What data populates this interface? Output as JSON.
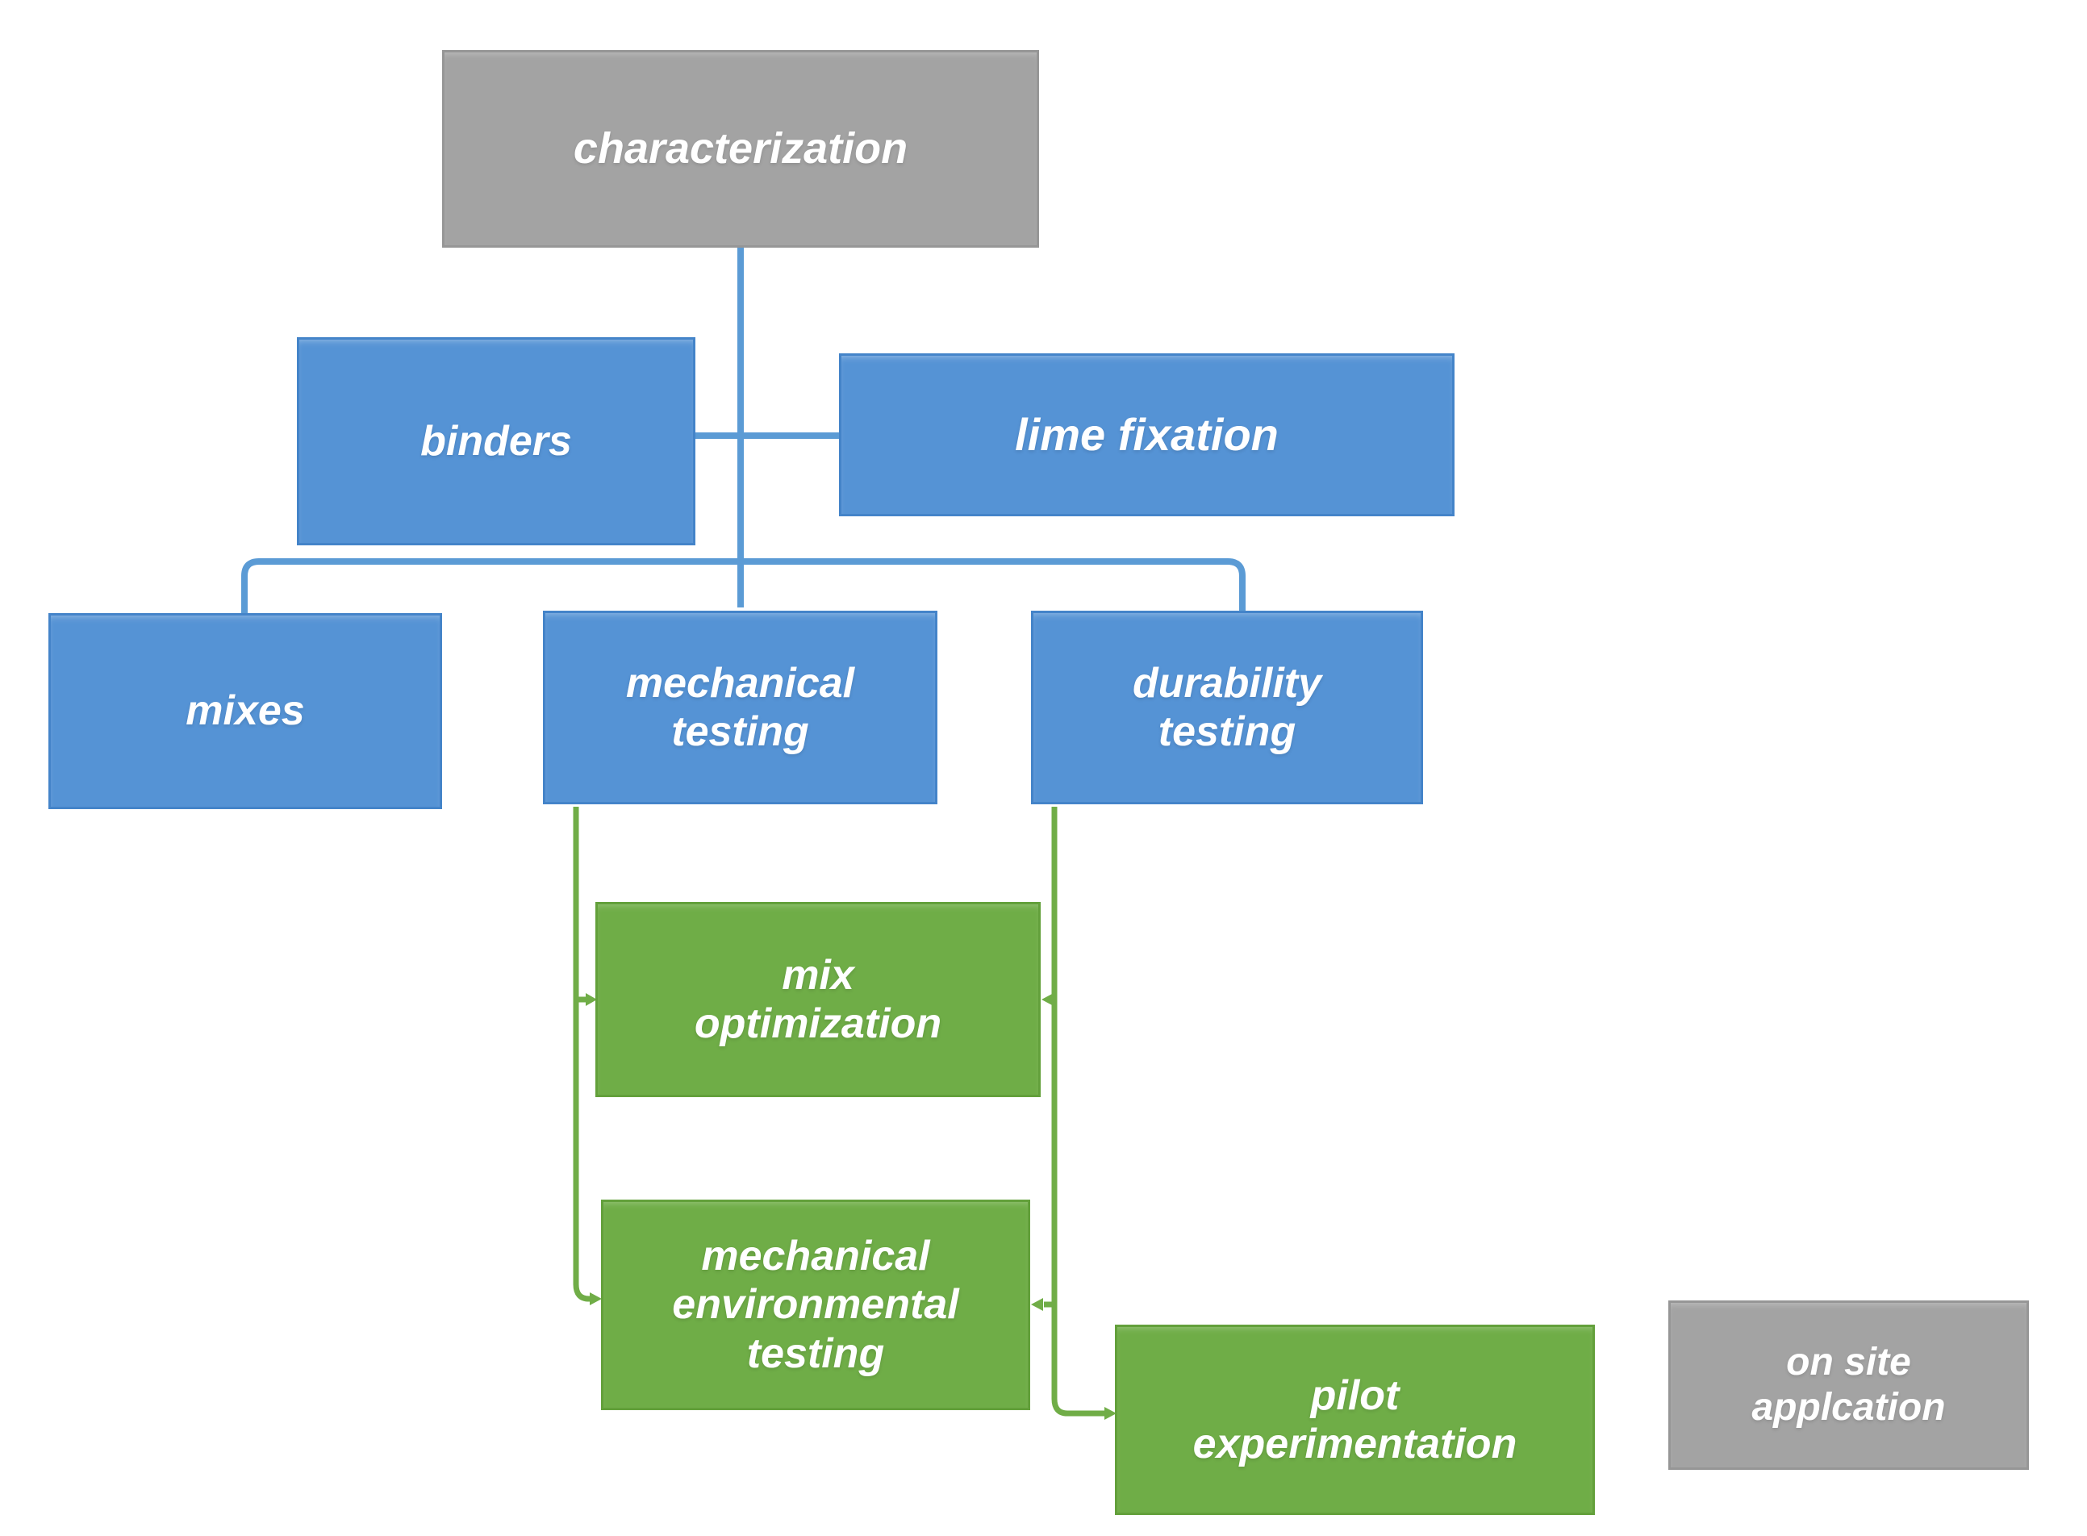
{
  "diagram": {
    "type": "flowchart",
    "background": "#ffffff",
    "palette": {
      "blue": "#5593d5",
      "green": "#6fad47",
      "gray": "#a3a3a3",
      "connector_blue": "#5b9bd5",
      "connector_green": "#70ad47",
      "text": "#ffffff"
    },
    "nodes": {
      "characterization": {
        "label": "characterization",
        "color": "gray"
      },
      "binders": {
        "label": "binders",
        "color": "blue"
      },
      "lime_fixation": {
        "label": "lime fixation",
        "color": "blue"
      },
      "mixes": {
        "label": "mixes",
        "color": "blue"
      },
      "mechanical_testing": {
        "label": "mechanical\ntesting",
        "color": "blue"
      },
      "durability_testing": {
        "label": "durability\ntesting",
        "color": "blue"
      },
      "mix_optimization": {
        "label": "mix\noptimization",
        "color": "green"
      },
      "mechanical_environmental_testing": {
        "label": "mechanical\nenvironmental\ntesting",
        "color": "green"
      },
      "pilot_experimentation": {
        "label": "pilot\nexperimentation",
        "color": "green"
      },
      "on_site_application": {
        "label": "on site\napplcation",
        "color": "gray"
      }
    },
    "edges": [
      {
        "from": "characterization",
        "to": "binders"
      },
      {
        "from": "characterization",
        "to": "lime fixation"
      },
      {
        "from": "characterization",
        "to": "mixes"
      },
      {
        "from": "characterization",
        "to": "mechanical testing"
      },
      {
        "from": "characterization",
        "to": "durability testing"
      },
      {
        "from": "mechanical testing",
        "to": "mix optimization"
      },
      {
        "from": "durability testing",
        "to": "mix optimization"
      },
      {
        "from": "mechanical testing",
        "to": "mechanical environmental testing"
      },
      {
        "from": "durability testing",
        "to": "mechanical environmental testing"
      },
      {
        "from": "durability testing",
        "to": "pilot experimentation"
      }
    ]
  }
}
